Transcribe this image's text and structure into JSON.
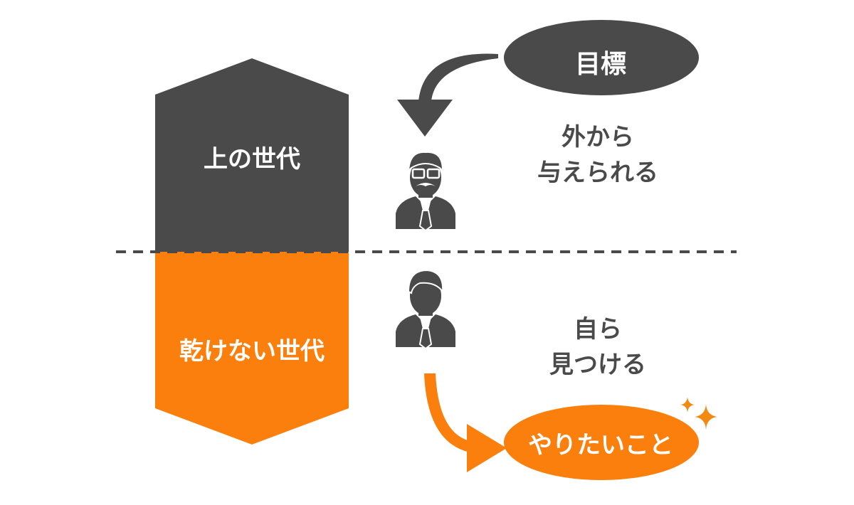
{
  "colors": {
    "dark": "#4a4a4a",
    "orange": "#fb7f0c",
    "text": "#4a4a4a",
    "background": "#ffffff",
    "sparkle": "#f08a12"
  },
  "upper_generation": {
    "label": "上の世代",
    "icon": "businessman-with-glasses-and-mustache-icon",
    "description_line1": "外から",
    "description_line2": "与えられる"
  },
  "lower_generation": {
    "label": "乾けない世代",
    "icon": "young-businessman-icon",
    "description_line1": "自ら",
    "description_line2": "見つける"
  },
  "goal_bubble": {
    "label": "目標",
    "arrow_icon": "curved-arrow-down-icon"
  },
  "want_bubble": {
    "label": "やりたいこと",
    "arrow_icon": "curved-arrow-right-icon",
    "sparkle_icon": "sparkle-icon"
  }
}
